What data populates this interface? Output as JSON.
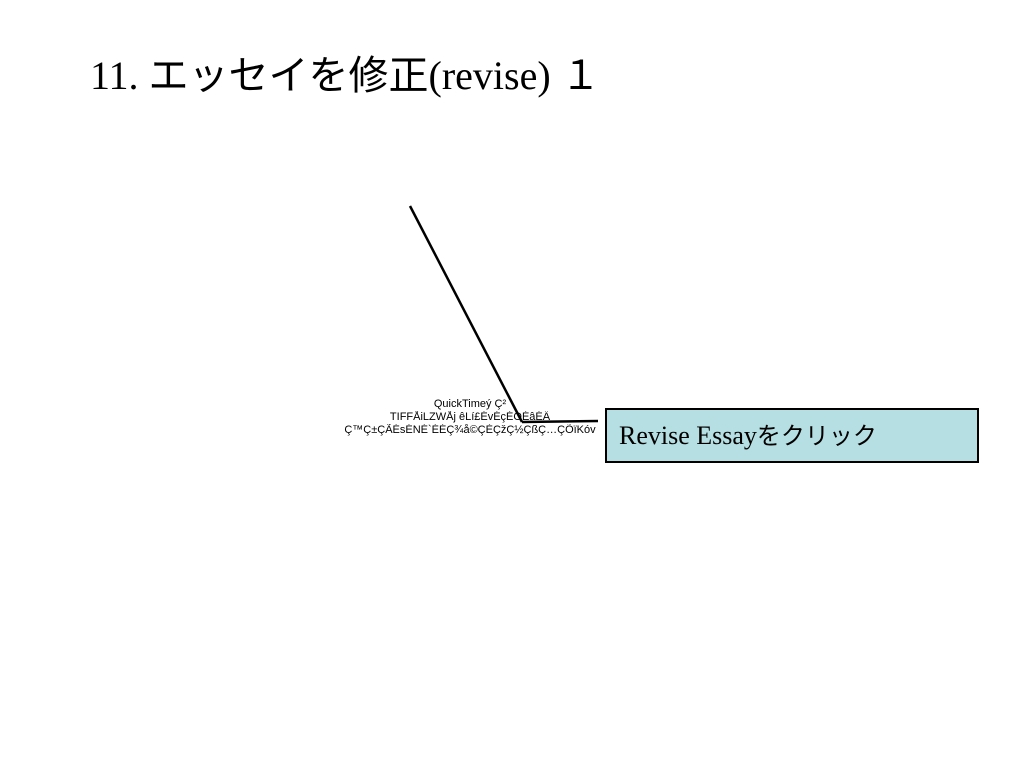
{
  "slide": {
    "title_number": "11.",
    "title_jp": "エッセイを修正",
    "title_en": "(revise)",
    "title_suffix": "１"
  },
  "placeholder": {
    "line1": "QuickTimeý Ç²",
    "line2": "TIFFÅiLZWÅj êLí£ÉvÉçÉOÉâÉÄ",
    "line3": "Ç™Ç±ÇÃÉsÉNÉ`ÉÉÇ¾å©ÇÈÇžÇ½ÇßÇ…ÇÕïKóv"
  },
  "callout": {
    "text_en": "Revise Essay",
    "text_jp": "をクリック",
    "fill_color": "#b5dfe2"
  }
}
